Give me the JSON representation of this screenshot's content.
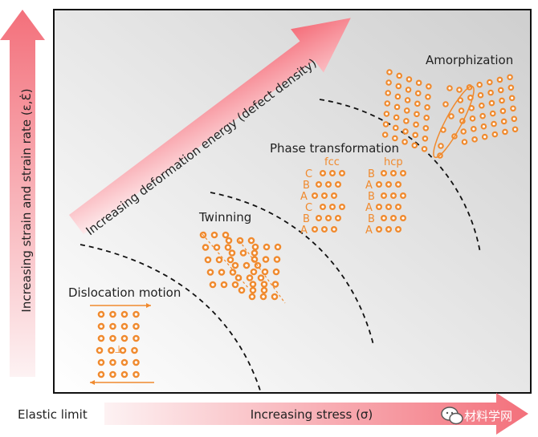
{
  "axes": {
    "y_label": "Increasing strain and strain rate (ε,Ɛ̇)",
    "x_label": "Increasing stress (σ)",
    "origin_label": "Elastic limit"
  },
  "energy_arrow_label": "Increasing deformation energy (defect density)",
  "regions": {
    "dislocation": "Dislocation motion",
    "twinning": "Twinning",
    "phase": "Phase transformation",
    "amorphization": "Amorphization"
  },
  "phase_structures": {
    "fcc": {
      "title": "fcc",
      "stacking": [
        "C",
        "B",
        "A",
        "C",
        "B",
        "A"
      ]
    },
    "hcp": {
      "title": "hcp",
      "stacking": [
        "B",
        "A",
        "B",
        "A",
        "B",
        "A"
      ]
    }
  },
  "watermark": "材料学网",
  "colors": {
    "atom": "#f08a2e",
    "arrow_start": "#fce8ea",
    "arrow_end": "#f06a76",
    "frame": "#111111"
  }
}
